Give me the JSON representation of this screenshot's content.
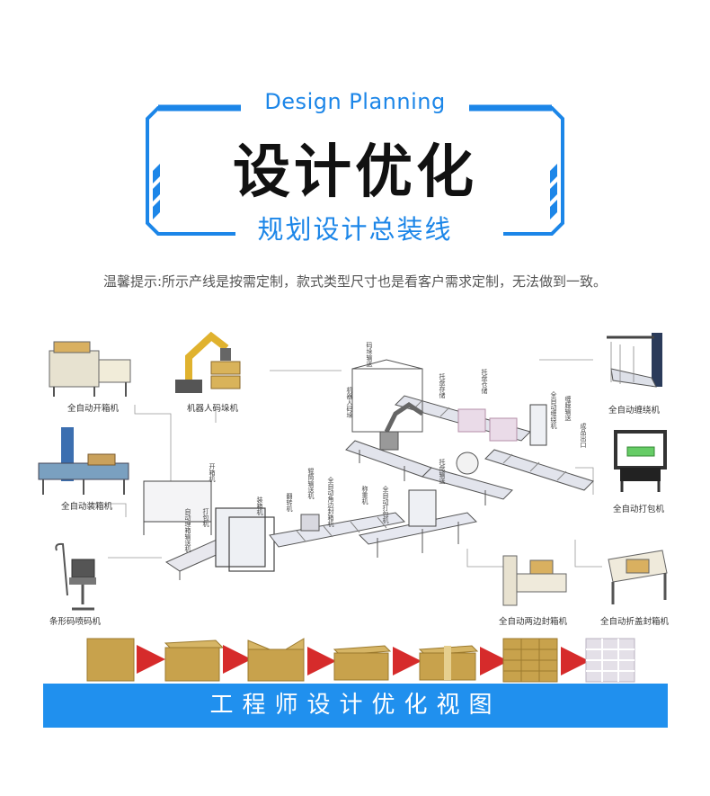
{
  "header": {
    "eng_title": "Design Planning",
    "main_title": "设计优化",
    "sub_title": "规划设计总装线",
    "accent_color": "#1c86e8"
  },
  "notice": "温馨提示:所示产线是按需定制，款式类型尺寸也是看客户需求定制，无法做到一致。",
  "diagram": {
    "machines": {
      "case_erector": "全自动开箱机",
      "palletizer_robot": "机器人码垛机",
      "wrapping": "全自动缠绕机",
      "case_packer": "全自动装箱机",
      "strapping": "全自动打包机",
      "printer": "条形码喷码机",
      "side_sealer": "全自动两边封箱机",
      "top_sealer": "全自动折盖封箱机"
    },
    "line_labels": {
      "l1": "开箱机",
      "l2": "自动理箱输送机",
      "l3": "打包机",
      "l4": "装箱机",
      "l5": "翻转机",
      "l6": "辊筒输送机",
      "l7": "全自动角边封箱机",
      "l8": "称重机",
      "l9": "全自动打包机",
      "l10": "托盘输送",
      "l11": "机器人码垛",
      "l12": "码垛输送",
      "l13": "托盘存储",
      "l14": "托盘仓储",
      "l15": "全自动缠绕机",
      "l16": "缠膜输送",
      "l17": "成品出口"
    },
    "box_color": "#c8a24c",
    "arrow_color": "#d62b2b"
  },
  "footer": {
    "label": "工程师设计优化视图",
    "color": "#2090ee"
  }
}
